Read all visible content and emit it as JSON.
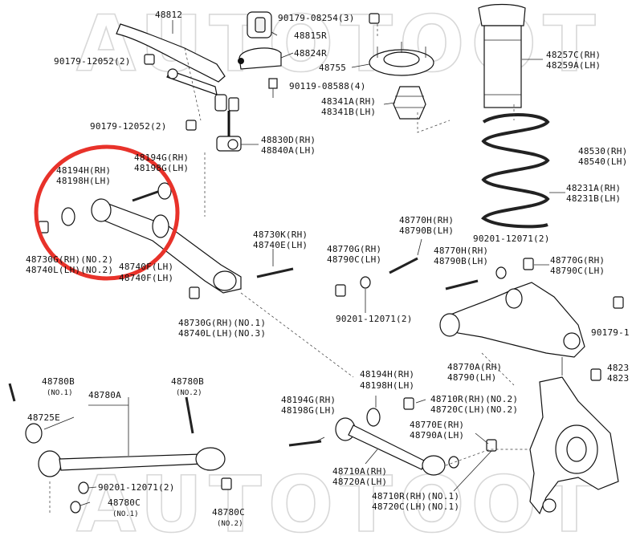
{
  "watermark": {
    "top": "AUTOTOOT",
    "bottom": "AUTOTOOT"
  },
  "highlight_color": "#e8322a",
  "labels": [
    {
      "id": "48812",
      "text": "48812"
    },
    {
      "id": "90179-08254",
      "text": "90179-08254(3)"
    },
    {
      "id": "48815r",
      "text": "48815R"
    },
    {
      "id": "48824r",
      "text": "48824R"
    },
    {
      "id": "48755",
      "text": "48755"
    },
    {
      "id": "90179-12052a",
      "text": "90179-12052(2)"
    },
    {
      "id": "90119-08588",
      "text": "90119-08588(4)"
    },
    {
      "id": "48341a",
      "text": "48341A(RH)"
    },
    {
      "id": "48341b",
      "text": "48341B(LH)"
    },
    {
      "id": "48257c",
      "text": "48257C(RH)"
    },
    {
      "id": "48259a",
      "text": "48259A(LH)"
    },
    {
      "id": "90179-12052b",
      "text": "90179-12052(2)"
    },
    {
      "id": "48830d",
      "text": "48830D(RH)"
    },
    {
      "id": "48840a",
      "text": "48840A(LH)"
    },
    {
      "id": "48530",
      "text": "48530(RH)"
    },
    {
      "id": "48540",
      "text": "48540(LH)"
    },
    {
      "id": "48194g-top",
      "text": "48194G(RH)"
    },
    {
      "id": "48198g-top",
      "text": "48198G(LH)"
    },
    {
      "id": "48194h-top",
      "text": "48194H(RH)"
    },
    {
      "id": "48198h-top",
      "text": "48198H(LH)"
    },
    {
      "id": "48231a",
      "text": "48231A(RH)"
    },
    {
      "id": "48231b",
      "text": "48231B(LH)"
    },
    {
      "id": "48770h-a",
      "text": "48770H(RH)"
    },
    {
      "id": "48790b-a",
      "text": "48790B(LH)"
    },
    {
      "id": "90201-12071a",
      "text": "90201-12071(2)"
    },
    {
      "id": "48730k",
      "text": "48730K(RH)"
    },
    {
      "id": "48740e",
      "text": "48740E(LH)"
    },
    {
      "id": "48770g-a",
      "text": "48770G(RH)"
    },
    {
      "id": "48790c-a",
      "text": "48790C(LH)"
    },
    {
      "id": "48770h-b",
      "text": "48770H(RH)"
    },
    {
      "id": "48790b-b",
      "text": "48790B(LH)"
    },
    {
      "id": "48770g-b",
      "text": "48770G(RH)"
    },
    {
      "id": "48790c-b",
      "text": "48790C(LH)"
    },
    {
      "id": "48730g-no2",
      "text": "48730G(RH)(NO.2)"
    },
    {
      "id": "48740l-no2",
      "text": "48740L(LH)(NO.2)"
    },
    {
      "id": "48740f-top",
      "text": "48740F(LH)"
    },
    {
      "id": "48740f",
      "text": "48740F(LH)"
    },
    {
      "id": "90201-12071b",
      "text": "90201-12071(2)"
    },
    {
      "id": "48730g-no1",
      "text": "48730G(RH)(NO.1)"
    },
    {
      "id": "48740l-no3",
      "text": "48740L(LH)(NO.3)"
    },
    {
      "id": "90179-right",
      "text": "90179-1"
    },
    {
      "id": "48770a",
      "text": "48770A(RH)"
    },
    {
      "id": "48790",
      "text": "48790(LH)"
    },
    {
      "id": "4823-right",
      "text": "4823"
    },
    {
      "id": "4823-right2",
      "text": "4823"
    },
    {
      "id": "48780b-a",
      "text": "48780B"
    },
    {
      "id": "no1-a",
      "text": "(NO.1)"
    },
    {
      "id": "48780b-b",
      "text": "48780B"
    },
    {
      "id": "no2-a",
      "text": "(NO.2)"
    },
    {
      "id": "48780a",
      "text": "48780A"
    },
    {
      "id": "48194h-b",
      "text": "48194H(RH)"
    },
    {
      "id": "48198h-b",
      "text": "48198H(LH)"
    },
    {
      "id": "48194g-b",
      "text": "48194G(RH)"
    },
    {
      "id": "48198g-b",
      "text": "48198G(LH)"
    },
    {
      "id": "48710r-no2",
      "text": "48710R(RH)(NO.2)"
    },
    {
      "id": "48720c-no2",
      "text": "48720C(LH)(NO.2)"
    },
    {
      "id": "48725e",
      "text": "48725E"
    },
    {
      "id": "48770e",
      "text": "48770E(RH)"
    },
    {
      "id": "48790a",
      "text": "48790A(LH)"
    },
    {
      "id": "48710a",
      "text": "48710A(RH)"
    },
    {
      "id": "48720a",
      "text": "48720A(LH)"
    },
    {
      "id": "90201-12071c",
      "text": "90201-12071(2)"
    },
    {
      "id": "48710r-no1",
      "text": "48710R(RH)(NO.1)"
    },
    {
      "id": "48720c-no1",
      "text": "48720C(LH)(NO.1)"
    },
    {
      "id": "48780c-a",
      "text": "48780C"
    },
    {
      "id": "no1-b",
      "text": "(NO.1)"
    },
    {
      "id": "48780c-b",
      "text": "48780C"
    },
    {
      "id": "no2-b",
      "text": "(NO.2)"
    }
  ]
}
